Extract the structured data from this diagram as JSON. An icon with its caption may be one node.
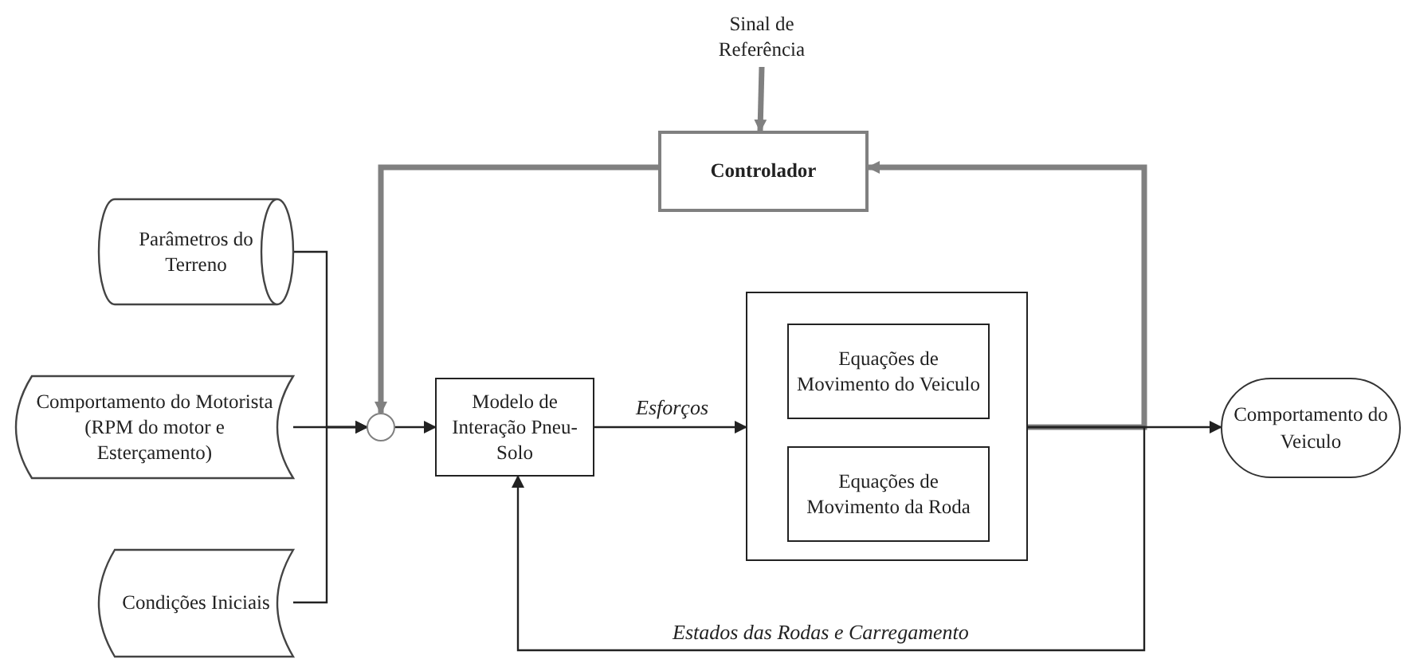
{
  "diagram": {
    "nodes": [
      {
        "text": [
          "Sinal de Referência"
        ]
      },
      {
        "text": [
          "Controlador"
        ]
      },
      {
        "text": [
          "Parâmetros do Terreno"
        ]
      },
      {
        "text": [
          "Comportamento do Motorista (RPM do motor e Esterçamento)"
        ]
      },
      {
        "text": [
          "Condições Iniciais"
        ]
      },
      {
        "text": [],
        "shape": "circle"
      },
      {
        "text": [
          "Modelo de Interação Pneu-Solo"
        ]
      },
      {
        "text": [],
        "shape": "box"
      },
      {
        "text": [
          "Equações de Movimento do Veiculo"
        ],
        "in": 7
      },
      {
        "text": [
          "Equações de Movimento da Roda"
        ],
        "in": 7
      },
      {
        "text": [
          "Comportamento do Veiculo"
        ]
      }
    ],
    "edges": [
      {
        "from": 0,
        "to": 1,
        "arrow": "to",
        "style": "thick",
        "color": "#808080"
      },
      {
        "from": 1,
        "to": 5,
        "arrow": "to",
        "style": "thick",
        "color": "#808080"
      },
      {
        "from": 7,
        "to": 1,
        "arrow": "to",
        "style": "thick",
        "color": "#808080"
      },
      {
        "from": 2,
        "to": 5,
        "arrow": "to"
      },
      {
        "from": 3,
        "to": 5,
        "arrow": "to"
      },
      {
        "from": 4,
        "to": 5,
        "arrow": "to"
      },
      {
        "from": 5,
        "to": 6,
        "arrow": "to"
      },
      {
        "from": 6,
        "to": 7,
        "arrow": "to",
        "label": "Esforços"
      },
      {
        "from": 7,
        "to": 10,
        "arrow": "to"
      },
      {
        "from": 7,
        "to": 6,
        "arrow": "to",
        "label": "Estados das Rodas e Carregamento"
      }
    ]
  }
}
